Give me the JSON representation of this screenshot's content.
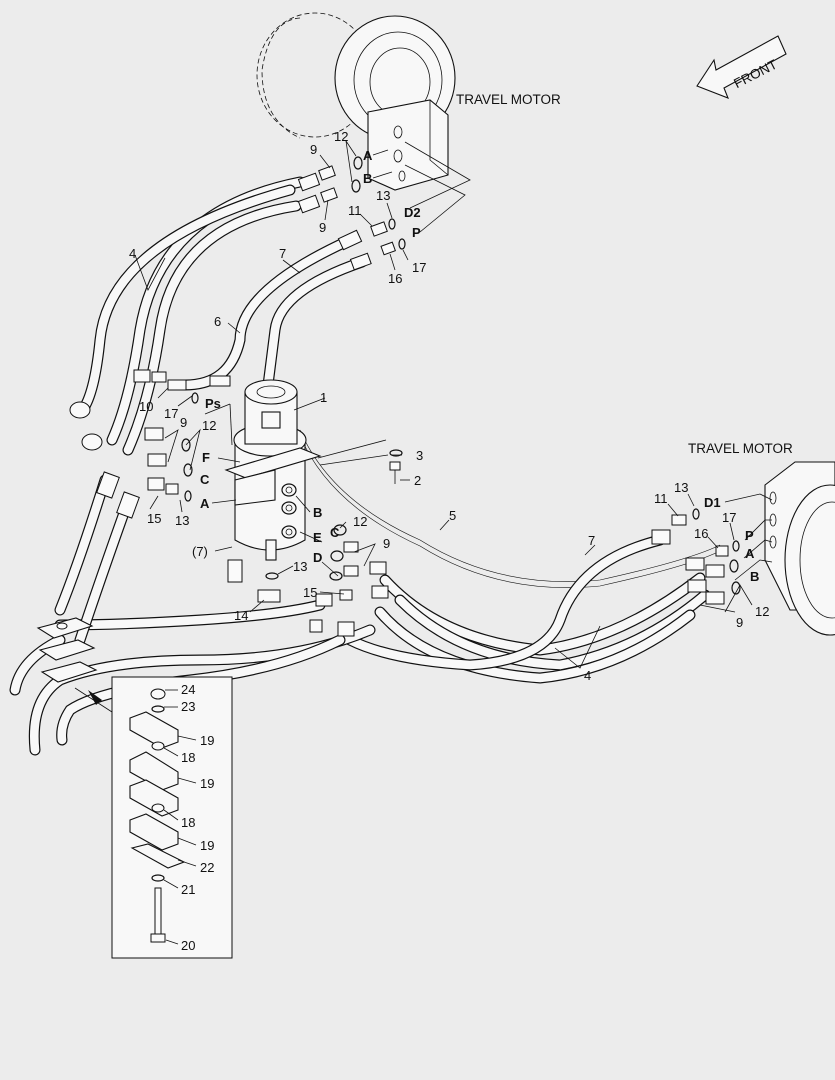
{
  "labels": {
    "front": "FRONT",
    "travel_motor_top": "TRAVEL MOTOR",
    "travel_motor_right": "TRAVEL MOTOR"
  },
  "callouts": {
    "c1": "1",
    "c2": "2",
    "c3": "3",
    "c4a": "4",
    "c4b": "4",
    "c5": "5",
    "c6": "6",
    "c7a": "7",
    "c7b": "7",
    "c7c": "(7)",
    "c9a": "9",
    "c9b": "9",
    "c9c": "9",
    "c9d": "9",
    "c9e": "9",
    "c10": "10",
    "c11a": "11",
    "c11b": "11",
    "c12a": "12",
    "c12b": "12",
    "c12c": "12",
    "c12d": "12",
    "c13a": "13",
    "c13b": "13",
    "c13c": "13",
    "c13d": "13",
    "c14": "14",
    "c15a": "15",
    "c15b": "15",
    "c16a": "16",
    "c16b": "16",
    "c17a": "17",
    "c17b": "17",
    "c17c": "17",
    "c18a": "18",
    "c18b": "18",
    "c19a": "19",
    "c19b": "19",
    "c19c": "19",
    "c20": "20",
    "c21": "21",
    "c22": "22",
    "c23": "23",
    "c24": "24"
  },
  "ports": {
    "A_top": "A",
    "B_top": "B",
    "D2": "D2",
    "P_top": "P",
    "Ps": "Ps",
    "F": "F",
    "C_left": "C",
    "A_left": "A",
    "B_mid": "B",
    "C_mid": "C",
    "E": "E",
    "D": "D",
    "D1": "D1",
    "P_right": "P",
    "A_right": "A",
    "B_right": "B"
  },
  "colors": {
    "background": "#ececec",
    "line": "#111111",
    "fill": "#f8f8f8"
  }
}
